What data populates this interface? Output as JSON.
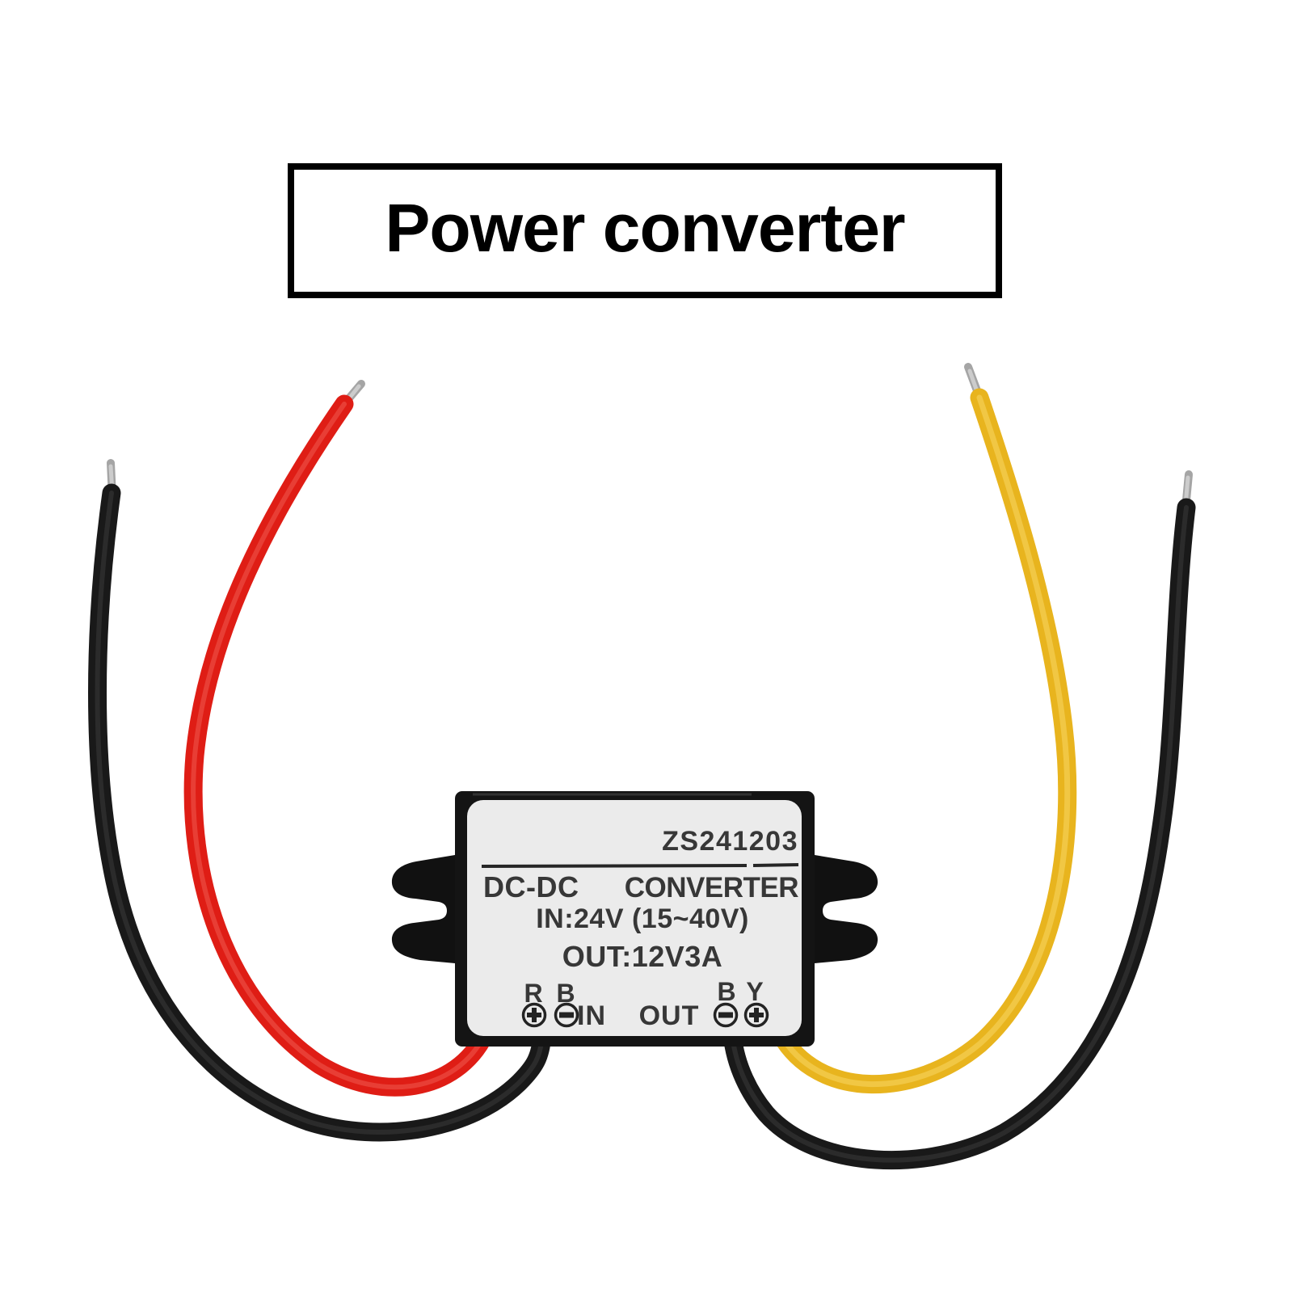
{
  "title": {
    "label": "Power converter"
  },
  "device": {
    "model_number": "ZS241203",
    "line1_left": "DC-DC",
    "line1_right": "CONVERTER",
    "input_spec": "IN:24V (15~40V)",
    "output_spec": "OUT:12V3A",
    "in_port_label": "IN",
    "out_port_label": "OUT",
    "in_wire_codes": {
      "red": "R",
      "black": "B"
    },
    "out_wire_codes": {
      "black": "B",
      "yellow": "Y"
    }
  },
  "wires": {
    "input_positive": {
      "color_name": "red",
      "hex": "#df1d15",
      "highlight": "#f4685e"
    },
    "input_negative": {
      "color_name": "black",
      "hex": "#191919",
      "highlight": "#4d4d4d"
    },
    "output_positive": {
      "color_name": "yellow",
      "hex": "#e8b41e",
      "highlight": "#f7d765"
    },
    "output_negative": {
      "color_name": "black",
      "hex": "#191919",
      "highlight": "#4d4d4d"
    }
  },
  "colors": {
    "background": "#ffffff",
    "body": "#141414",
    "label_sticker": "#ebebeb",
    "text": "#232323",
    "wire_tip": "#a5a5a5",
    "wire_tip_core": "#cccccc",
    "title_border": "#000000"
  }
}
